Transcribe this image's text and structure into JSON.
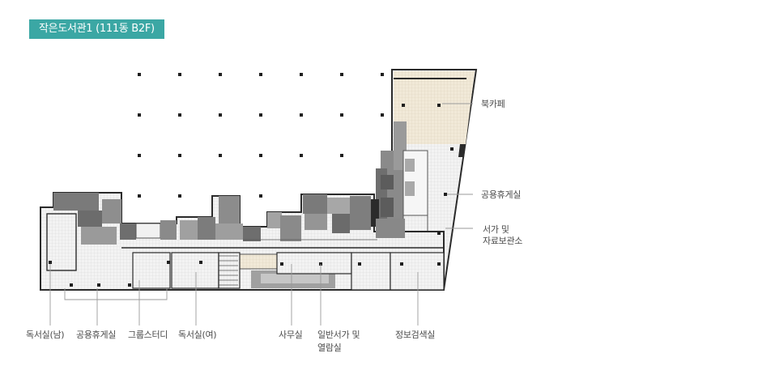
{
  "header": {
    "title": "작은도서관1 (111동 B2F)"
  },
  "labels": {
    "book_cafe": "북카페",
    "lounge_right": "공용휴게실",
    "stacks_line1": "서가 및",
    "stacks_line2": "자료보관소",
    "reading_male": "독서실(남)",
    "lounge_bottom": "공용휴게실",
    "group_study": "그룹스터디",
    "reading_female": "독서실(여)",
    "office": "사무실",
    "general_line1": "일반서가 및",
    "general_line2": "열람실",
    "info_search": "정보검색실"
  },
  "colors": {
    "badge": "#3ba7a4",
    "wall": "#2b2b2b",
    "floor": "#f3f3f3",
    "grid": "#d6d6d6",
    "room_dark": "#7a7a7a",
    "room_mid": "#a3a3a3",
    "cafe": "#f1e9d8",
    "leader": "#9a9a9a"
  }
}
